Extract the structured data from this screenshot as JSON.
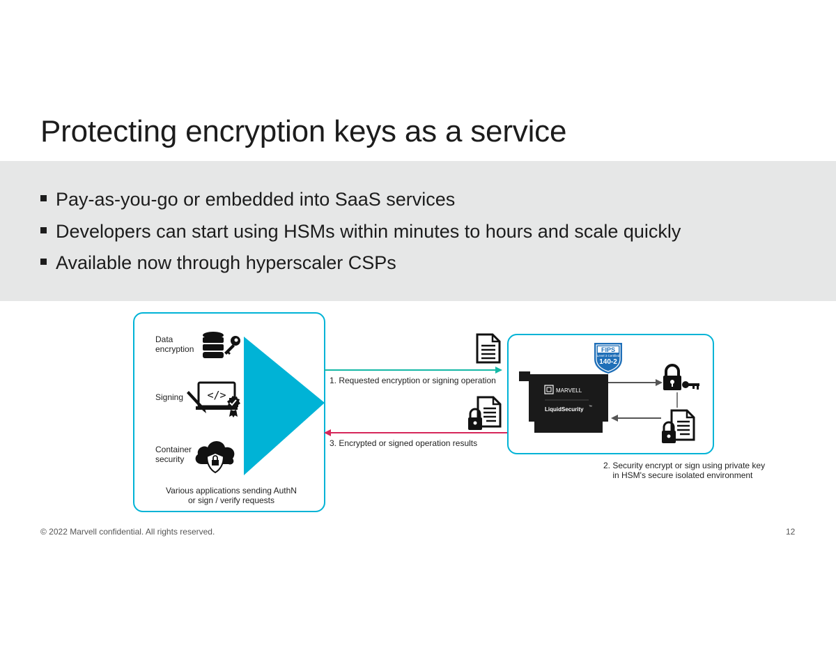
{
  "slide": {
    "title": "Protecting encryption keys as a service",
    "bullets": [
      "Pay-as-you-go or embedded into SaaS services",
      "Developers can start using HSMs within minutes to hours and scale quickly",
      "Available now through hyperscaler CSPs"
    ]
  },
  "diagram": {
    "apps": [
      {
        "label": "Data\nencryption",
        "icon": "database-key-icon"
      },
      {
        "label": "Signing",
        "icon": "code-signing-icon"
      },
      {
        "label": "Container\nsecurity",
        "icon": "cloud-shield-icon"
      }
    ],
    "apps_caption": "Various applications sending AuthN\nor sign / verify requests",
    "step1": "1. Requested encryption or signing operation",
    "step3": "3. Encrypted or signed operation results",
    "step2": "2. Security encrypt or sign using private key\n    in HSM's secure isolated environment",
    "fips_badge": {
      "top": "FIPS",
      "middle": "Level 3 Certified",
      "bottom": "140-2"
    },
    "card": {
      "brand": "MARVELL",
      "product": "LiquidSecurity",
      "trademark": "™"
    },
    "colors": {
      "accent": "#00b3d6",
      "request_arrow": "#14b8a6",
      "result_arrow": "#d6265a",
      "badge": "#1f6fb8"
    }
  },
  "footer": {
    "copyright": "© 2022 Marvell confidential. All rights reserved.",
    "page_number": "12"
  }
}
